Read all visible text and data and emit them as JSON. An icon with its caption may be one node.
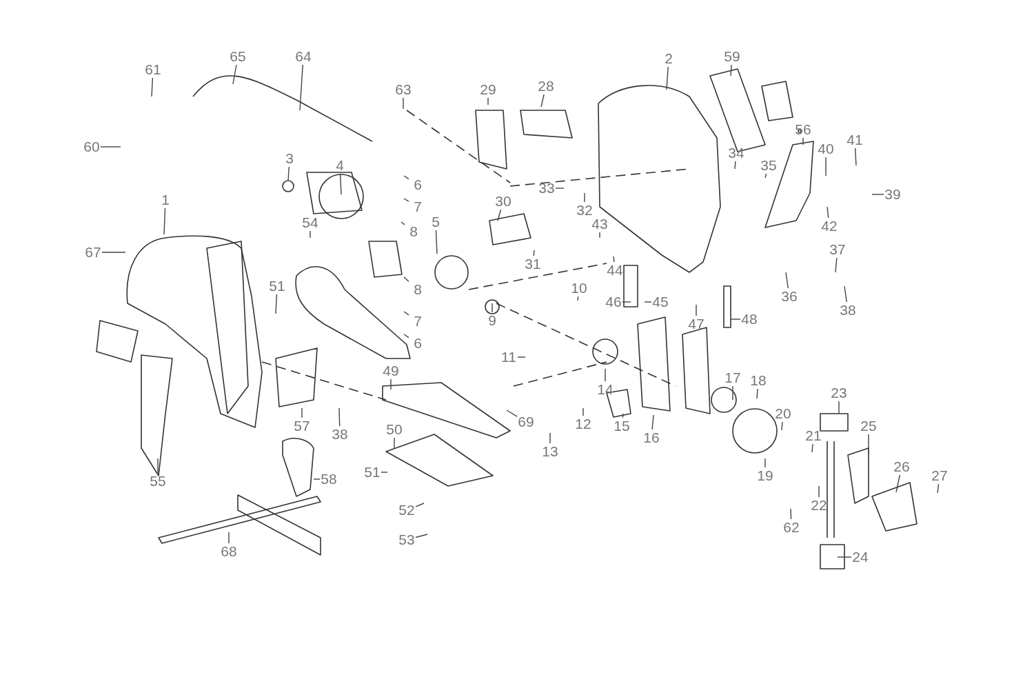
{
  "diagram": {
    "nodes": [
      {
        "text": [
          "65"
        ]
      },
      {
        "text": [
          "64"
        ]
      },
      {
        "text": [
          "61"
        ]
      },
      {
        "text": [
          "2"
        ]
      },
      {
        "text": [
          "59"
        ]
      },
      {
        "text": [
          "28"
        ]
      },
      {
        "text": [
          "29"
        ]
      },
      {
        "text": [
          "63"
        ]
      },
      {
        "text": [
          "60"
        ]
      },
      {
        "text": [
          "3"
        ]
      },
      {
        "text": [
          "4"
        ]
      },
      {
        "text": [
          "6"
        ]
      },
      {
        "text": [
          "56"
        ]
      },
      {
        "text": [
          "41"
        ]
      },
      {
        "text": [
          "40"
        ]
      },
      {
        "text": [
          "34"
        ]
      },
      {
        "text": [
          "35"
        ]
      },
      {
        "text": [
          "33"
        ]
      },
      {
        "text": [
          "39"
        ]
      },
      {
        "text": [
          "7"
        ]
      },
      {
        "text": [
          "1"
        ]
      },
      {
        "text": [
          "32"
        ]
      },
      {
        "text": [
          "30"
        ]
      },
      {
        "text": [
          "5"
        ]
      },
      {
        "text": [
          "8"
        ]
      },
      {
        "text": [
          "54"
        ]
      },
      {
        "text": [
          "43"
        ]
      },
      {
        "text": [
          "42"
        ]
      },
      {
        "text": [
          "37"
        ]
      },
      {
        "text": [
          "67"
        ]
      },
      {
        "text": [
          "31"
        ]
      },
      {
        "text": [
          "44"
        ]
      },
      {
        "text": [
          "51"
        ]
      },
      {
        "text": [
          "8"
        ]
      },
      {
        "text": [
          "10"
        ]
      },
      {
        "text": [
          "36"
        ]
      },
      {
        "text": [
          "46"
        ]
      },
      {
        "text": [
          "45"
        ]
      },
      {
        "text": [
          "38"
        ]
      },
      {
        "text": [
          "9"
        ]
      },
      {
        "text": [
          "48"
        ]
      },
      {
        "text": [
          "7"
        ]
      },
      {
        "text": [
          "47"
        ]
      },
      {
        "text": [
          "6"
        ]
      },
      {
        "text": [
          "11"
        ]
      },
      {
        "text": [
          "49"
        ]
      },
      {
        "text": [
          "17"
        ]
      },
      {
        "text": [
          "18"
        ]
      },
      {
        "text": [
          "14"
        ]
      },
      {
        "text": [
          "23"
        ]
      },
      {
        "text": [
          "20"
        ]
      },
      {
        "text": [
          "69"
        ]
      },
      {
        "text": [
          "57"
        ]
      },
      {
        "text": [
          "15"
        ]
      },
      {
        "text": [
          "12"
        ]
      },
      {
        "text": [
          "50"
        ]
      },
      {
        "text": [
          "25"
        ]
      },
      {
        "text": [
          "21"
        ]
      },
      {
        "text": [
          "38"
        ]
      },
      {
        "text": [
          "16"
        ]
      },
      {
        "text": [
          "13"
        ]
      },
      {
        "text": [
          "26"
        ]
      },
      {
        "text": [
          "51"
        ]
      },
      {
        "text": [
          "27"
        ]
      },
      {
        "text": [
          "19"
        ]
      },
      {
        "text": [
          "58"
        ]
      },
      {
        "text": [
          "55"
        ]
      },
      {
        "text": [
          "22"
        ]
      },
      {
        "text": [
          "52"
        ]
      },
      {
        "text": [
          "62"
        ]
      },
      {
        "text": [
          "53"
        ]
      },
      {
        "text": [
          "68"
        ]
      },
      {
        "text": [
          "24"
        ]
      }
    ],
    "edges": [
      {
        "from": 0,
        "to": null,
        "arrow": "none"
      },
      {
        "from": 1,
        "to": null,
        "arrow": "none"
      },
      {
        "from": 2,
        "to": null,
        "arrow": "none"
      },
      {
        "from": 3,
        "to": null,
        "arrow": "none"
      },
      {
        "from": 4,
        "to": null,
        "arrow": "none"
      },
      {
        "from": 5,
        "to": null,
        "arrow": "none"
      },
      {
        "from": 6,
        "to": null,
        "arrow": "none"
      },
      {
        "from": 7,
        "to": null,
        "arrow": "none"
      },
      {
        "from": 8,
        "to": null,
        "arrow": "none"
      },
      {
        "from": 9,
        "to": null,
        "arrow": "none"
      },
      {
        "from": 10,
        "to": null,
        "arrow": "none"
      },
      {
        "from": 11,
        "to": null,
        "arrow": "none"
      },
      {
        "from": 12,
        "to": null,
        "arrow": "none"
      },
      {
        "from": 13,
        "to": null,
        "arrow": "none"
      },
      {
        "from": 14,
        "to": null,
        "arrow": "none"
      },
      {
        "from": 15,
        "to": null,
        "arrow": "none"
      },
      {
        "from": 16,
        "to": null,
        "arrow": "none"
      },
      {
        "from": 17,
        "to": null,
        "arrow": "none"
      },
      {
        "from": 18,
        "to": null,
        "arrow": "none"
      },
      {
        "from": 19,
        "to": null,
        "arrow": "none"
      },
      {
        "from": 20,
        "to": null,
        "arrow": "none"
      },
      {
        "from": 21,
        "to": null,
        "arrow": "none"
      },
      {
        "from": 22,
        "to": null,
        "arrow": "none"
      },
      {
        "from": 23,
        "to": null,
        "arrow": "none"
      },
      {
        "from": 24,
        "to": null,
        "arrow": "none"
      },
      {
        "from": 25,
        "to": null,
        "arrow": "none"
      },
      {
        "from": 26,
        "to": null,
        "arrow": "none"
      },
      {
        "from": 27,
        "to": null,
        "arrow": "none"
      },
      {
        "from": 28,
        "to": null,
        "arrow": "none"
      },
      {
        "from": 29,
        "to": null,
        "arrow": "none"
      },
      {
        "from": 30,
        "to": null,
        "arrow": "none"
      },
      {
        "from": 31,
        "to": null,
        "arrow": "none"
      },
      {
        "from": 32,
        "to": null,
        "arrow": "none"
      },
      {
        "from": 33,
        "to": null,
        "arrow": "none"
      },
      {
        "from": 34,
        "to": null,
        "arrow": "none"
      },
      {
        "from": 35,
        "to": null,
        "arrow": "none"
      },
      {
        "from": 36,
        "to": null,
        "arrow": "none"
      },
      {
        "from": 37,
        "to": null,
        "arrow": "none"
      },
      {
        "from": 38,
        "to": null,
        "arrow": "none"
      },
      {
        "from": 39,
        "to": null,
        "arrow": "none"
      },
      {
        "from": 40,
        "to": null,
        "arrow": "none"
      },
      {
        "from": 41,
        "to": null,
        "arrow": "none"
      },
      {
        "from": 42,
        "to": null,
        "arrow": "none"
      },
      {
        "from": 43,
        "to": null,
        "arrow": "none"
      },
      {
        "from": 44,
        "to": null,
        "arrow": "none"
      },
      {
        "from": 45,
        "to": null,
        "arrow": "none"
      },
      {
        "from": 46,
        "to": null,
        "arrow": "none"
      },
      {
        "from": 47,
        "to": null,
        "arrow": "none"
      },
      {
        "from": 48,
        "to": null,
        "arrow": "none"
      },
      {
        "from": 49,
        "to": null,
        "arrow": "none"
      },
      {
        "from": 50,
        "to": null,
        "arrow": "none"
      },
      {
        "from": 51,
        "to": null,
        "arrow": "none"
      },
      {
        "from": 52,
        "to": null,
        "arrow": "none"
      },
      {
        "from": 53,
        "to": null,
        "arrow": "none"
      },
      {
        "from": 54,
        "to": null,
        "arrow": "none"
      },
      {
        "from": 55,
        "to": null,
        "arrow": "none"
      },
      {
        "from": 56,
        "to": null,
        "arrow": "none"
      },
      {
        "from": 57,
        "to": null,
        "arrow": "none"
      },
      {
        "from": 58,
        "to": null,
        "arrow": "none"
      },
      {
        "from": 59,
        "to": null,
        "arrow": "none"
      },
      {
        "from": 60,
        "to": null,
        "arrow": "none"
      },
      {
        "from": 61,
        "to": null,
        "arrow": "none"
      },
      {
        "from": 62,
        "to": null,
        "arrow": "none"
      },
      {
        "from": 63,
        "to": null,
        "arrow": "none"
      },
      {
        "from": 64,
        "to": null,
        "arrow": "none"
      },
      {
        "from": 65,
        "to": null,
        "arrow": "none"
      },
      {
        "from": 66,
        "to": null,
        "arrow": "none"
      },
      {
        "from": 67,
        "to": null,
        "arrow": "none"
      },
      {
        "from": 68,
        "to": null,
        "arrow": "none"
      },
      {
        "from": 69,
        "to": null,
        "arrow": "none"
      },
      {
        "from": 70,
        "to": null,
        "arrow": "none"
      },
      {
        "from": 71,
        "to": null,
        "arrow": "none"
      },
      {
        "from": 72,
        "to": null,
        "arrow": "none"
      }
    ]
  }
}
